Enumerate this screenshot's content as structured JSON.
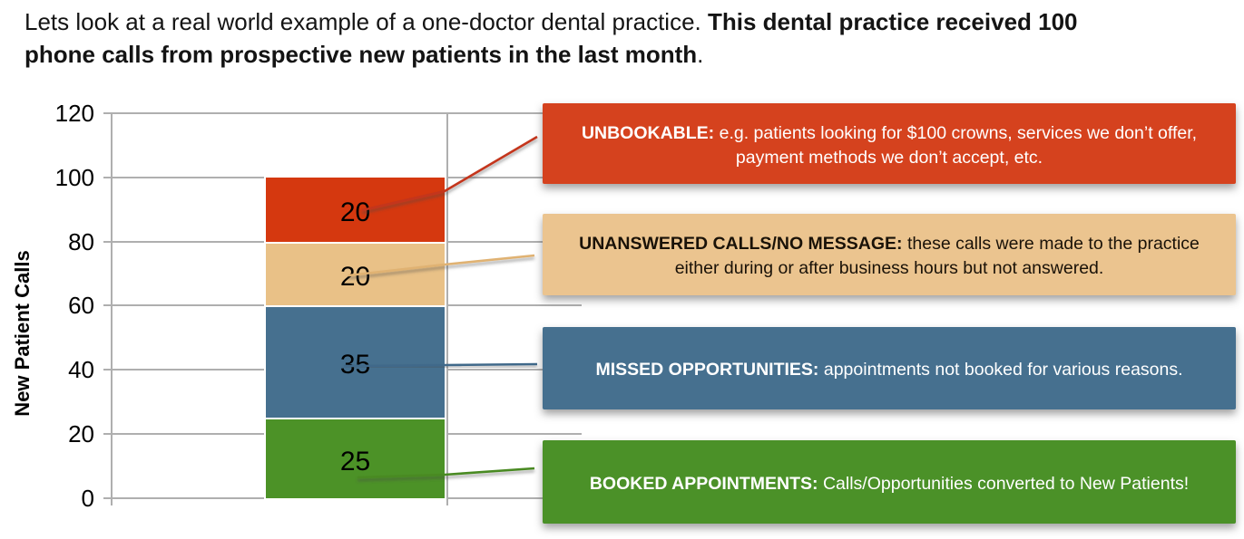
{
  "title": {
    "line1_normal": "Lets look at a real world example of a one-doctor dental practice. ",
    "line1_bold": "This dental practice received 100",
    "line2_bold": "phone calls from prospective new patients in the last month",
    "line2_suffix": "."
  },
  "chart_data": {
    "type": "bar",
    "subtype": "stacked-column",
    "title": "",
    "xlabel": "",
    "ylabel": "New Patient Calls",
    "ylim": [
      0,
      120
    ],
    "yticks": [
      0,
      20,
      40,
      60,
      80,
      100,
      120
    ],
    "grid": true,
    "total": 100,
    "categories": [
      ""
    ],
    "series": [
      {
        "name": "BOOKED APPOINTMENTS",
        "value": 25,
        "data_label": "25",
        "color": "#4C9227"
      },
      {
        "name": "MISSED OPPORTUNITIES",
        "value": 35,
        "data_label": "35",
        "color": "#46708F"
      },
      {
        "name": "UNANSWERED CALLS/NO MESSAGE",
        "value": 20,
        "data_label": "20",
        "color": "#E9C187"
      },
      {
        "name": "UNBOOKABLE",
        "value": 20,
        "data_label": "20",
        "color": "#D5380F"
      }
    ],
    "legend_position": "right callout boxes"
  },
  "callouts": [
    {
      "label": "UNBOOKABLE:",
      "text": "e.g. patients looking for $100 crowns, services we don’t offer, payment methods we don’t accept, etc.",
      "bg": "#D5421E",
      "fg": "#FFFFFF",
      "leader_color": "#C4361A"
    },
    {
      "label": "UNANSWERED CALLS/NO MESSAGE:",
      "text": "these calls were made to the practice either during or after business hours but not answered.",
      "bg": "#EBC48F",
      "fg": "#1A1208",
      "leader_color": "#E0B272"
    },
    {
      "label": "MISSED OPPORTUNITIES:",
      "text": "appointments not booked for various reasons.",
      "bg": "#46708F",
      "fg": "#FFFFFF",
      "leader_color": "#41698A"
    },
    {
      "label": "BOOKED APPOINTMENTS:",
      "text": "Calls/Opportunities converted to New Patients!",
      "bg": "#4B9128",
      "fg": "#FFFFFF",
      "leader_color": "#4A8A21"
    }
  ]
}
